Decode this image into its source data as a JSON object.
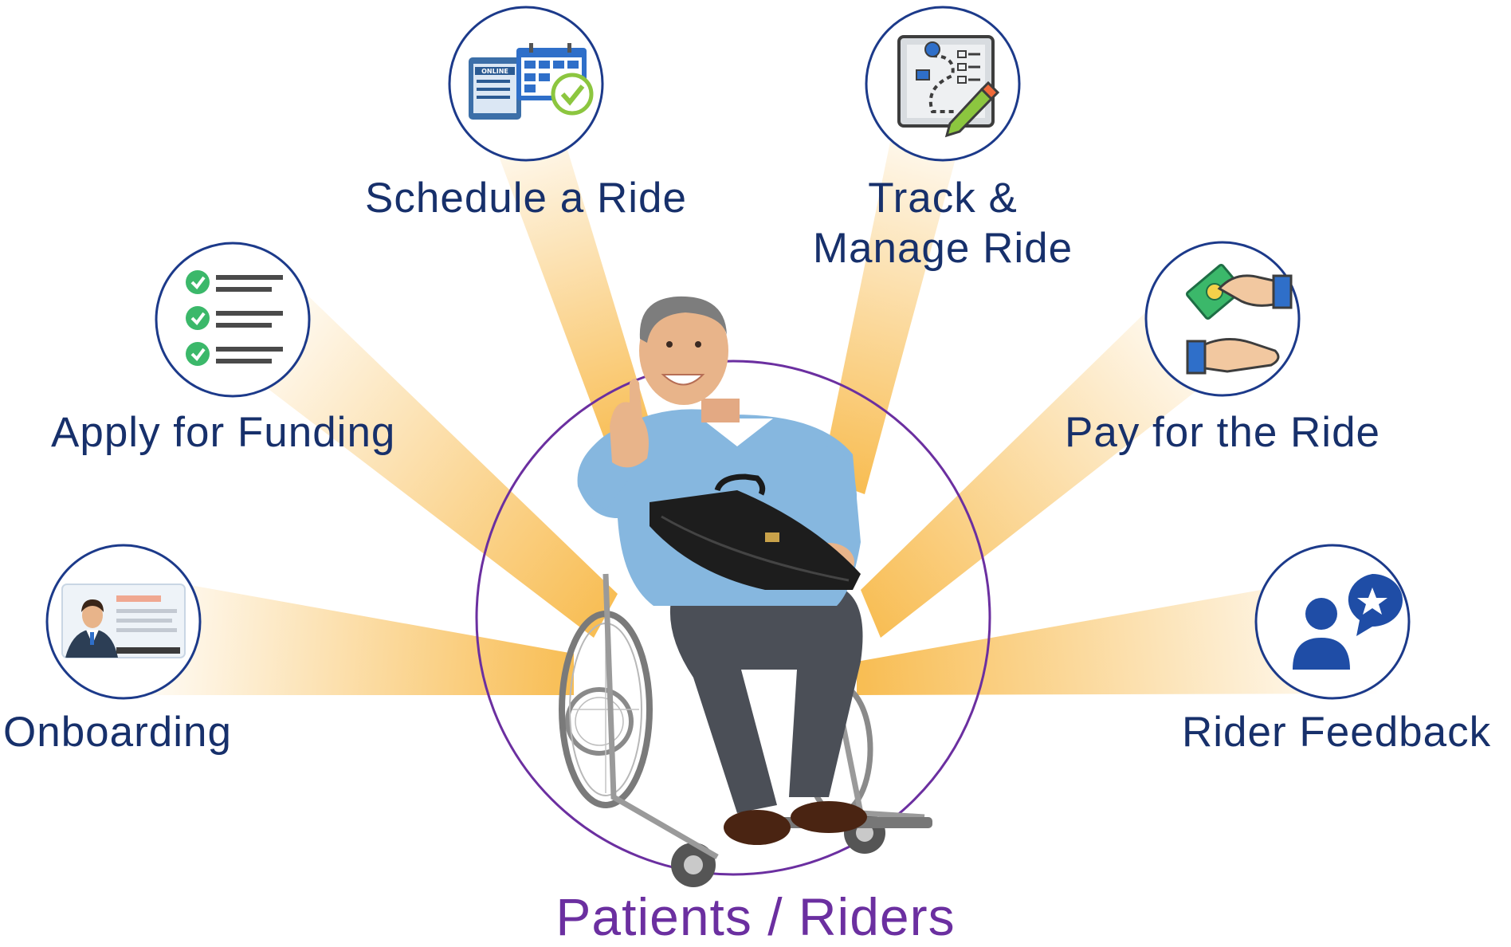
{
  "diagram": {
    "center": {
      "label": "Patients / Riders",
      "image": "man-in-wheelchair-thumbs-up",
      "ring_color": "#6b2fa0"
    },
    "nodes": [
      {
        "id": "onboarding",
        "label_lines": [
          "Onboarding"
        ],
        "icon": "id-card-icon"
      },
      {
        "id": "funding",
        "label_lines": [
          "Apply for Funding"
        ],
        "icon": "checklist-icon"
      },
      {
        "id": "schedule",
        "label_lines": [
          "Schedule a Ride"
        ],
        "icon": "online-calendar-icon"
      },
      {
        "id": "track",
        "label_lines": [
          "Track &",
          "Manage Ride"
        ],
        "icon": "route-map-icon"
      },
      {
        "id": "pay",
        "label_lines": [
          "Pay for the Ride"
        ],
        "icon": "hand-payment-icon"
      },
      {
        "id": "feedback",
        "label_lines": [
          "Rider Feedback"
        ],
        "icon": "user-feedback-icon"
      }
    ],
    "colors": {
      "text": "#17306b",
      "circle_border": "#1c3a8a",
      "beam": "#f7b236",
      "center_label": "#6b2fa0"
    }
  }
}
